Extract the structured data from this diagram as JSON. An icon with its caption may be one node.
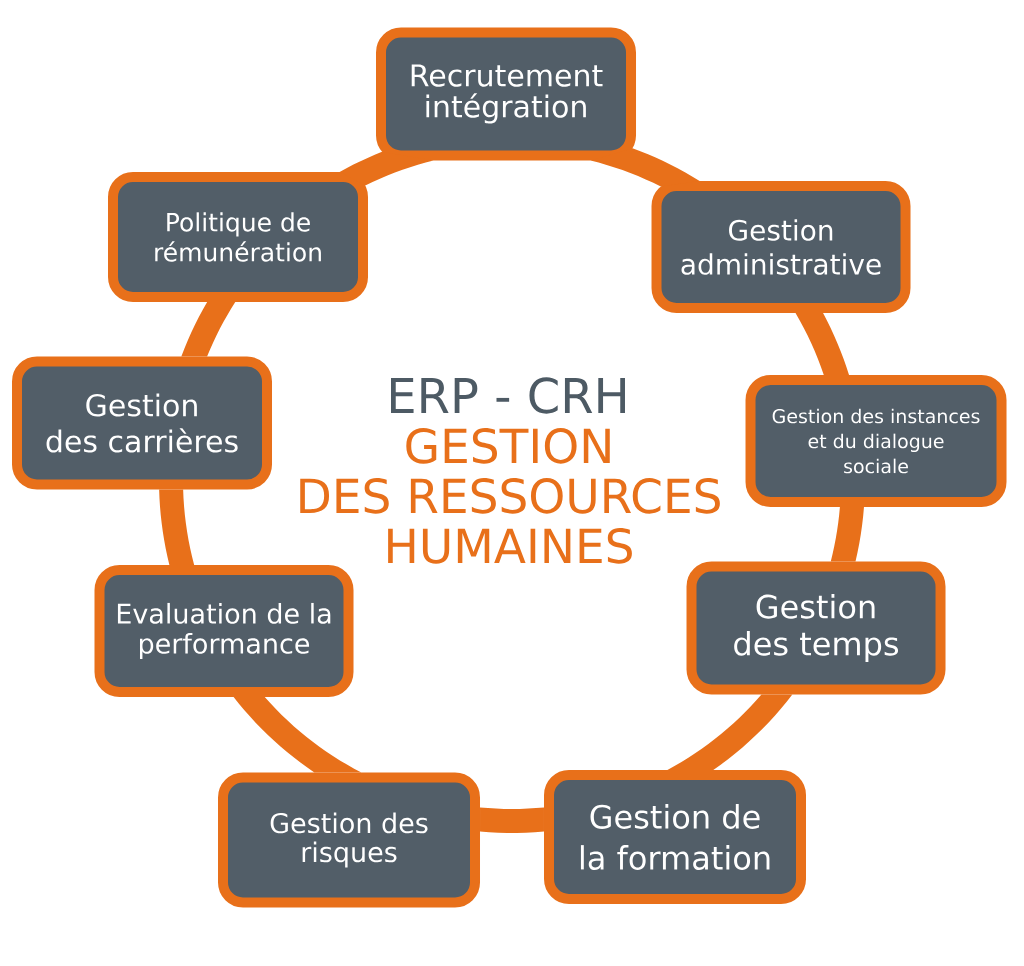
{
  "diagram": {
    "nodes": [
      {
        "text": [
          "Recrutement intégration"
        ]
      },
      {
        "text": [
          "Gestion administrative"
        ]
      },
      {
        "text": [
          "Gestion des instances et du dialogue sociale"
        ]
      },
      {
        "text": [
          "Gestion des temps"
        ]
      },
      {
        "text": [
          "Gestion de la formation"
        ]
      },
      {
        "text": [
          "Gestion des risques"
        ]
      },
      {
        "text": [
          "Evaluation de la performance"
        ]
      },
      {
        "text": [
          "Gestion des carrières"
        ]
      },
      {
        "text": [
          "Politique de rémunération"
        ]
      }
    ],
    "edges": [
      {
        "from": 0,
        "to": 1,
        "arrow": "none"
      },
      {
        "from": 1,
        "to": 2,
        "arrow": "none"
      },
      {
        "from": 2,
        "to": 3,
        "arrow": "none"
      },
      {
        "from": 3,
        "to": 4,
        "arrow": "none"
      },
      {
        "from": 4,
        "to": 5,
        "arrow": "none"
      },
      {
        "from": 5,
        "to": 6,
        "arrow": "none"
      },
      {
        "from": 6,
        "to": 7,
        "arrow": "none"
      },
      {
        "from": 7,
        "to": 8,
        "arrow": "none"
      },
      {
        "from": 8,
        "to": 0,
        "arrow": "none"
      }
    ],
    "labels": [
      "ERP - CRH",
      "GESTION DES RESSOURCES HUMAINES"
    ]
  }
}
